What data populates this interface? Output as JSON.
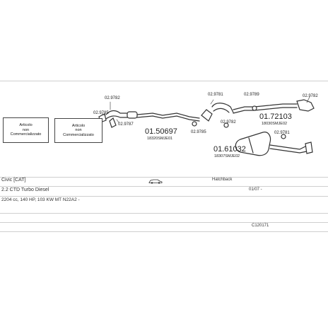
{
  "boxes": [
    {
      "label": "Articolo\nnon\nCommercializzato"
    },
    {
      "label": "Articolo\nnon\nCommercializzato"
    }
  ],
  "parts": {
    "p1": "02.9782",
    "p2": "02.9785",
    "p3": "02.9787",
    "p4": "01.50697",
    "p4sub": "18320SMJE01",
    "p5": "02.9785",
    "p6": "02.9781",
    "p7": "02.9782",
    "p8": "02.9789",
    "p9": "01.72103",
    "p9sub": "18030SMJE02",
    "p10": "02.9782",
    "p11": "01.61032",
    "p11sub": "18307SMJE02",
    "p12": "02.9781"
  },
  "info": {
    "model": "Civic [CAT]",
    "body": "Hatchback",
    "engine": "2.2 CTD  Turbo Diesel",
    "date": "01/07 -",
    "spec": "2204 cc, 140 HP, 103 KW MT N22A2 -",
    "code": "C120171"
  },
  "icons": {
    "car": "car-icon"
  }
}
